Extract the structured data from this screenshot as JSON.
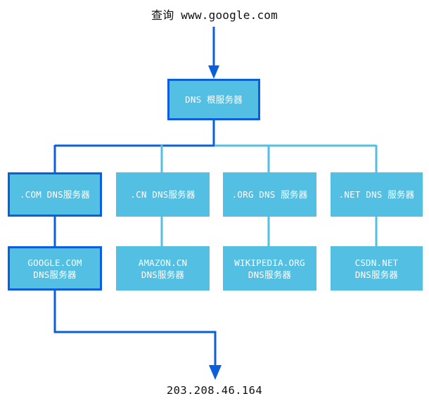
{
  "diagram": {
    "title_caption": "查询 www.google.com",
    "result_caption": "203.208.46.164",
    "colors": {
      "node_fill": "#53bfe2",
      "highlight_stroke": "#0b5fd8",
      "normal_stroke": "#53bfe2",
      "text": "#ffffff",
      "caption_text": "#111111",
      "background": "#ffffff"
    },
    "root": {
      "label": "DNS 根服务器",
      "highlighted": true
    },
    "tld_row": [
      {
        "label": ".COM DNS服务器",
        "highlighted": true
      },
      {
        "label": ".CN DNS服务器",
        "highlighted": false
      },
      {
        "label": ".ORG DNS 服务器",
        "highlighted": false
      },
      {
        "label": ".NET DNS 服务器",
        "highlighted": false
      }
    ],
    "authoritative_row": [
      {
        "line1": "GOOGLE.COM",
        "line2": "DNS服务器",
        "highlighted": true
      },
      {
        "line1": "AMAZON.CN",
        "line2": "DNS服务器",
        "highlighted": false
      },
      {
        "line1": "WIKIPEDIA.ORG",
        "line2": "DNS服务器",
        "highlighted": false
      },
      {
        "line1": "CSDN.NET",
        "line2": "DNS服务器",
        "highlighted": false
      }
    ]
  }
}
